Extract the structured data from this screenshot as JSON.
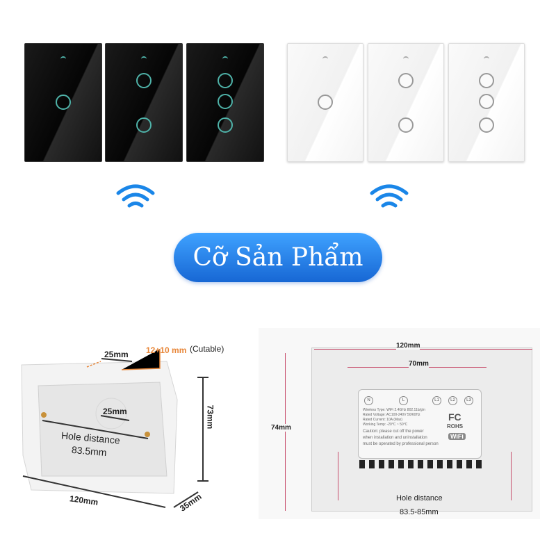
{
  "title": "Cỡ Sản Phẩm",
  "colors": {
    "accent_blue": "#1f7ae0",
    "wifi_blue": "#1a86e8",
    "dimension_line": "#c64b6a",
    "cutable_orange": "#e8873a"
  },
  "icons": [
    "wifi-icon",
    "wifi-icon"
  ],
  "switches": {
    "black": [
      {
        "gang": 1
      },
      {
        "gang": 2
      },
      {
        "gang": 3
      }
    ],
    "white": [
      {
        "gang": 1
      },
      {
        "gang": 2
      },
      {
        "gang": 3
      }
    ]
  },
  "back_box": {
    "top_hole": "25mm",
    "cutable_value": "12+10 mm",
    "cutable_note": "(Cutable)",
    "center_hole": "25mm",
    "hole_distance_label": "Hole distance",
    "hole_distance_value": "83.5mm",
    "width": "120mm",
    "height": "73mm",
    "depth": "35mm"
  },
  "back_plate": {
    "width": "120mm",
    "module_width": "70mm",
    "height": "74mm",
    "hole_distance_label": "Hole distance",
    "hole_distance_value": "83.5-85mm",
    "terminals": [
      "N",
      "L",
      "L1",
      "L2",
      "L3"
    ],
    "spec_lines": [
      "Wireless Type: WiFi 2.4GHz 802.11b/g/n",
      "Rated Voltage: AC100-240V 50/60Hz",
      "Rated Current: 10A (Max)",
      "Working Temp: -20°C ~ 50°C"
    ],
    "caution_lines": [
      "Caution: please cut off the power",
      "when installation and uninstallation",
      "must be operated by professional person"
    ],
    "badges": [
      "FC",
      "ROHS",
      "WiFi"
    ]
  }
}
